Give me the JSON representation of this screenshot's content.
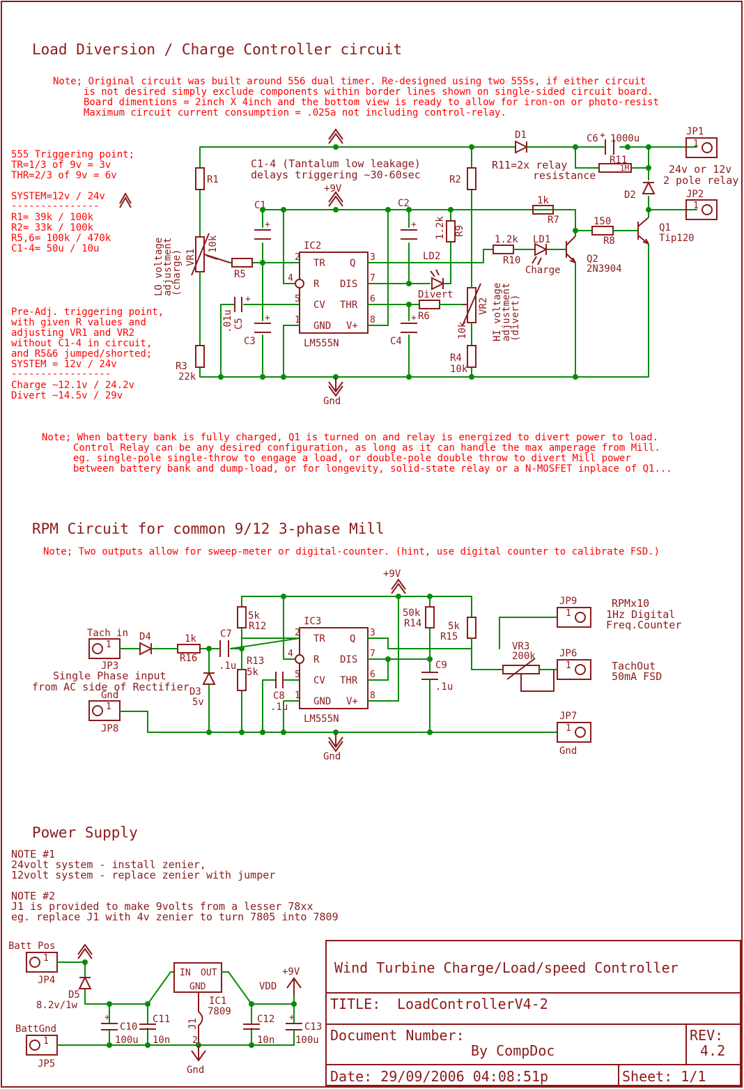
{
  "titles": {
    "main": "Load Diversion / Charge Controller circuit",
    "rpm": "RPM Circuit for common 9/12 3-phase Mill",
    "power": "Power Supply"
  },
  "note_top": [
    "Note; Original circuit was built around 556 dual timer. Re-designed using two 555s, if either circuit",
    "is not desired simply exclude components within border lines shown on single-sided circuit board.",
    "Board dimentions = 2inch X 4inch and the bottom view is ready to allow for iron-on or photo-resist",
    "Maximum circuit current consumption = .025a not including control-relay."
  ],
  "trigger_box": [
    "555 Triggering point;",
    "TR=1/3 of 9v = 3v",
    "THR=2/3 of 9v = 6v"
  ],
  "values_box": [
    "SYSTEM=12v / 24v",
    "---------------",
    "R1=    39k / 100k",
    "R2=    33k / 100k",
    "R5,6= 100k / 470k",
    "C1-4= 50u / 10u"
  ],
  "preadj_box": [
    "Pre-Adj. triggering point,",
    "with given R values and",
    "adjusting VR1 and VR2",
    "without C1-4 in circuit,",
    "and R5&6 jumped/shorted;",
    "SYSTEM = 12v / 24v",
    "-----------------",
    "Charge ~12.1v / 24.2v",
    "Divert  ~14.5v / 29v"
  ],
  "c14_note": [
    "C1-4 (Tantalum low leakage)",
    "delays triggering ~30-60sec"
  ],
  "r11_note": [
    "R11=2x relay",
    "resistance"
  ],
  "relay_note": [
    "24v or 12v",
    "2 pole relay"
  ],
  "vr1_label": [
    "LO voltage",
    "adjustment",
    "(charge)"
  ],
  "vr2_label": [
    "HI voltage",
    "adjustment",
    "(divert)"
  ],
  "note_mid": [
    "Note; When battery bank is fully charged, Q1 is turned on and relay is energized to divert power to load.",
    "Control Relay can be any desired configuration,  as long as it can handle the max amperage from Mill.",
    "eg. single-pole single-throw to engage a load, or double-pole double throw to divert Mill power",
    "between battery bank and dump-load, or for longevity, solid-state relay or a N-MOSFET inplace of Q1..."
  ],
  "note_rpm": "Note; Two outputs allow for sweep-meter or digital-counter. (hint, use digital counter to calibrate FSD.)",
  "power_notes": [
    "NOTE #1",
    "24volt system - install zenier,",
    "12volt system - replace zenier with jumper",
    "NOTE #2",
    "J1 is provided to make 9volts from a lesser 78xx",
    "eg. replace J1 with 4v zenier to turn 7805 into 7809"
  ],
  "ic": {
    "name2": "IC2",
    "name3": "IC3",
    "part": "LM555N",
    "pins_left": [
      "TR",
      "R",
      "CV",
      "GND"
    ],
    "pins_right": [
      "Q",
      "DIS",
      "THR",
      "V+"
    ],
    "nums_left": [
      "2",
      "4",
      "5",
      "1"
    ],
    "nums_right": [
      "3",
      "7",
      "6",
      "8"
    ]
  },
  "components": {
    "R1": "R1",
    "R2": "R2",
    "R3": "R3",
    "R3v": "22k",
    "R4": "R4",
    "R4v": "10k",
    "R5": "R5",
    "R6": "R6",
    "R7": "R7",
    "R7v": "1k",
    "R8": "R8",
    "R8v": "150",
    "R9": "R9",
    "R9v": "1.2k",
    "R10": "R10",
    "R10v": "1.2k",
    "R11": "R11",
    "R11v": "1M",
    "VR1": "VR1",
    "VR1v": "10k",
    "VR2": "VR2",
    "VR2v": "10k",
    "C1": "C1",
    "C2": "C2",
    "C3": "C3",
    "C4": "C4",
    "C5": "C5",
    "C5v": ".01u",
    "C6": "C6",
    "C6v": "1000u",
    "D1": "D1",
    "D2": "D2",
    "LD1": "LD1",
    "LD1n": "Charge",
    "LD2": "LD2",
    "LD2n": "Divert",
    "Q1": "Q1",
    "Q1v": "Tip120",
    "Q2": "Q2",
    "Q2v": "2N3904",
    "JP1": "JP1",
    "JP2": "JP2",
    "pin1": "1",
    "plus9": "+9V",
    "gnd": "Gnd",
    "D4": "D4",
    "R16": "R16",
    "R16v": "1k",
    "C7": "C7",
    "C7v": ".1u",
    "R12": "R12",
    "R12v": "5k",
    "R13": "R13",
    "R13v": "5k",
    "D3": "D3",
    "D3v": "5v",
    "C8": "C8",
    "C8v": ".1u",
    "R14": "R14",
    "R14v": "50k",
    "R15": "R15",
    "R15v": "5k",
    "C9": "C9",
    "C9v": ".1u",
    "VR3": "VR3",
    "VR3v": "200k",
    "JP3": "JP3",
    "JP3n": "Tach in",
    "JP8": "JP8",
    "JP8n": "Gnd",
    "JP9": "JP9",
    "JP6": "JP6",
    "JP7": "JP7",
    "JP7n": "Gnd",
    "single": [
      "Single Phase input",
      "from AC side of Rectifier"
    ],
    "rpm_out": [
      "RPMx10",
      "1Hz Digital",
      "Freq.Counter"
    ],
    "tach_out": [
      "TachOut",
      "50mA FSD"
    ],
    "JP4": "JP4",
    "JP4n": "Batt Pos",
    "JP5": "JP5",
    "JP5n": "BattGnd",
    "D5": "D5",
    "D5v": "8.2v/1w",
    "C10": "C10",
    "C10v": "100u",
    "C11": "C11",
    "C11v": "10n",
    "C12": "C12",
    "C12v": "10n",
    "C13": "C13",
    "C13v": "100u",
    "IC1": "IC1",
    "IC1v": "7809",
    "IC1in": "IN",
    "IC1out": "OUT",
    "IC1gnd": "GND",
    "J1": "J1",
    "VDD": "VDD",
    "j1p": "2"
  },
  "title_block": {
    "project": "Wind Turbine Charge/Load/speed Controller",
    "title_label": "TITLE:",
    "title_value": "LoadControllerV4-2",
    "doc_label": "Document Number:",
    "author": "By CompDoc",
    "rev_label": "REV:",
    "rev_value": "4.2",
    "date": "Date: 29/09/2006 04:08:51p",
    "sheet": "Sheet: 1/1"
  }
}
